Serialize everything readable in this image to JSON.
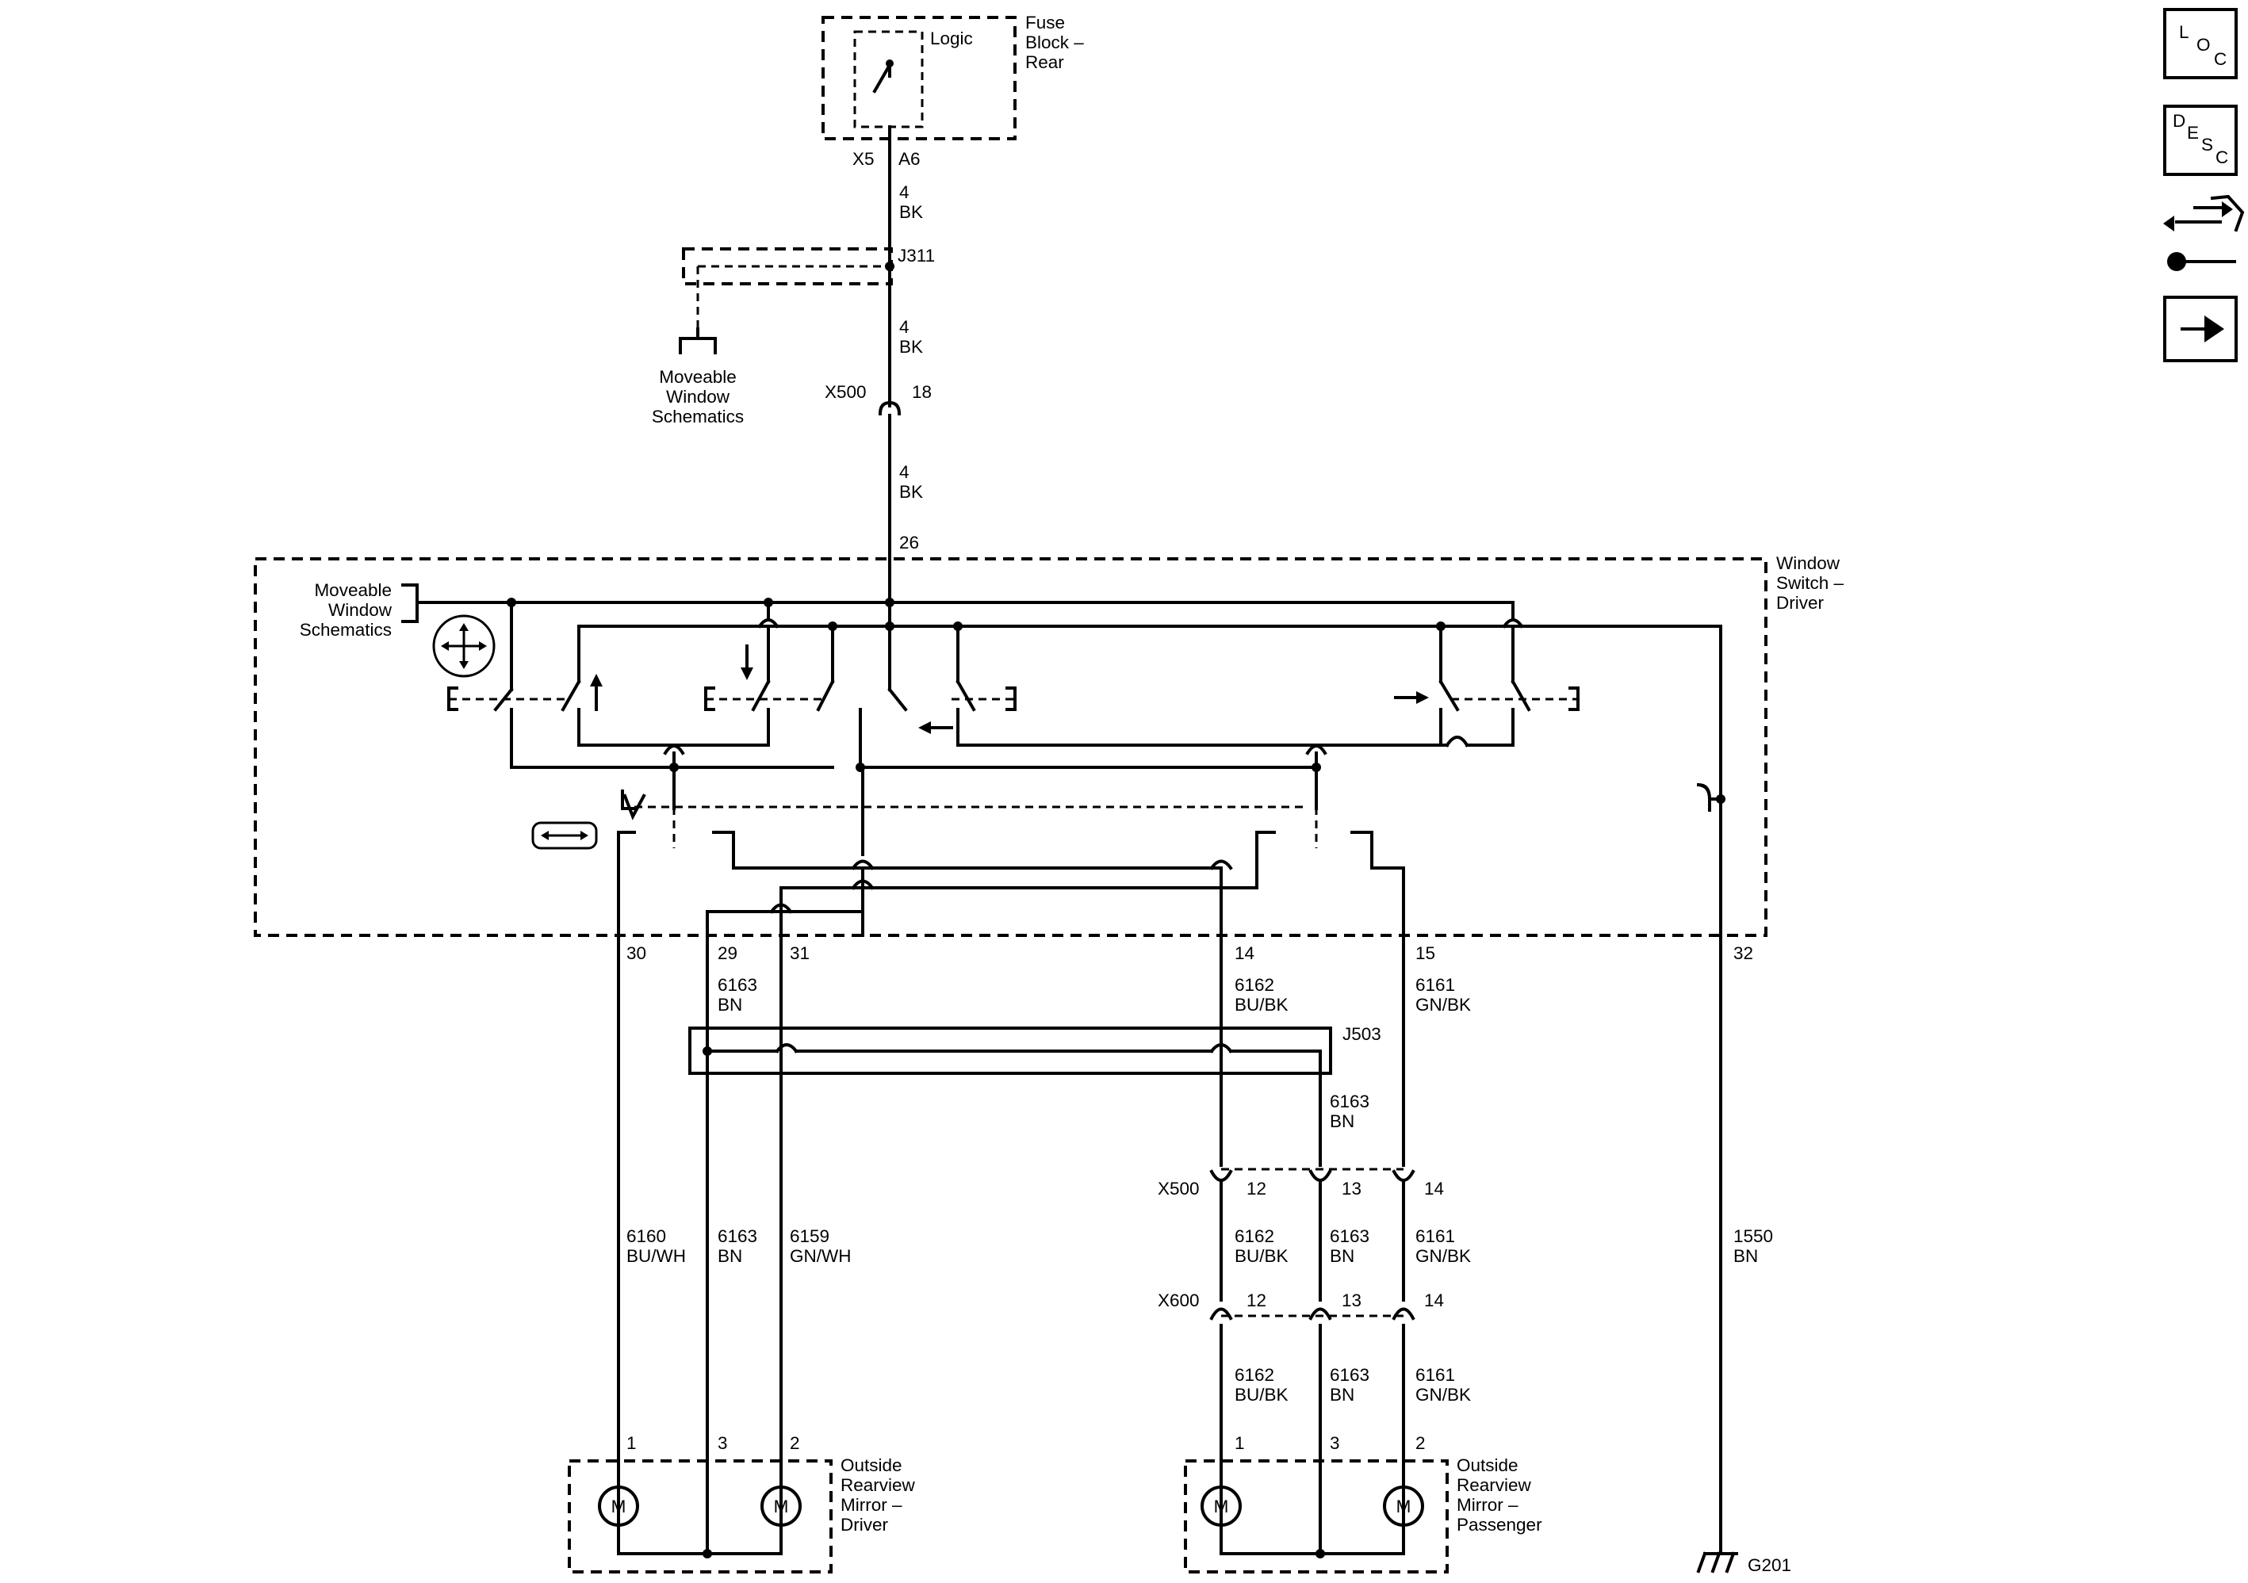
{
  "components": {
    "fuse_block": "Fuse\nBlock –\nRear",
    "logic": "Logic",
    "window_switch": "Window\nSwitch –\nDriver",
    "moveable_upper": "Moveable\nWindow\nSchematics",
    "moveable_left": "Moveable\nWindow\nSchematics",
    "mirror_driver": "Outside\nRearview\nMirror –\nDriver",
    "mirror_passenger": "Outside\nRearview\nMirror –\nPassenger",
    "motor": "M"
  },
  "connectors": {
    "x5": "X5",
    "a6": "A6",
    "j311": "J311",
    "x500_main": "X500",
    "x500_main_pin": "18",
    "j503": "J503",
    "x500_pass": "X500",
    "x600_pass": "X600",
    "g201": "G201"
  },
  "pins": {
    "sw_26": "26",
    "sw_30": "30",
    "sw_29": "29",
    "sw_31": "31",
    "sw_14": "14",
    "sw_15": "15",
    "sw_32": "32",
    "x500_12": "12",
    "x500_13": "13",
    "x500_14": "14",
    "x600_12": "12",
    "x600_13": "13",
    "x600_14": "14",
    "md_1": "1",
    "md_3": "3",
    "md_2": "2",
    "mp_1": "1",
    "mp_3": "3",
    "mp_2": "2"
  },
  "wires": {
    "bk_1": "4\nBK",
    "bk_2": "4\nBK",
    "bk_3": "4\nBK",
    "w6163_top": "6163\nBN",
    "w6162_top": "6162\nBU/BK",
    "w6161_top": "6161\nGN/BK",
    "w6163_j503": "6163\nBN",
    "w6160": "6160\nBU/WH",
    "w6163_drv": "6163\nBN",
    "w6159": "6159\nGN/WH",
    "w6162_mid": "6162\nBU/BK",
    "w6163_mid": "6163\nBN",
    "w6161_mid": "6161\nGN/BK",
    "w6162_bot": "6162\nBU/BK",
    "w6163_bot": "6163\nBN",
    "w6161_bot": "6161\nGN/BK",
    "w1550": "1550\nBN"
  },
  "nav_icons": {
    "loc": {
      "l1": "L",
      "l2": "O",
      "l3": "C"
    },
    "desc": {
      "l1": "D",
      "l2": "E",
      "l3": "S",
      "l4": "C"
    },
    "tool_icon": "connector-tool-icon",
    "next_icon": "arrow-right-icon"
  }
}
